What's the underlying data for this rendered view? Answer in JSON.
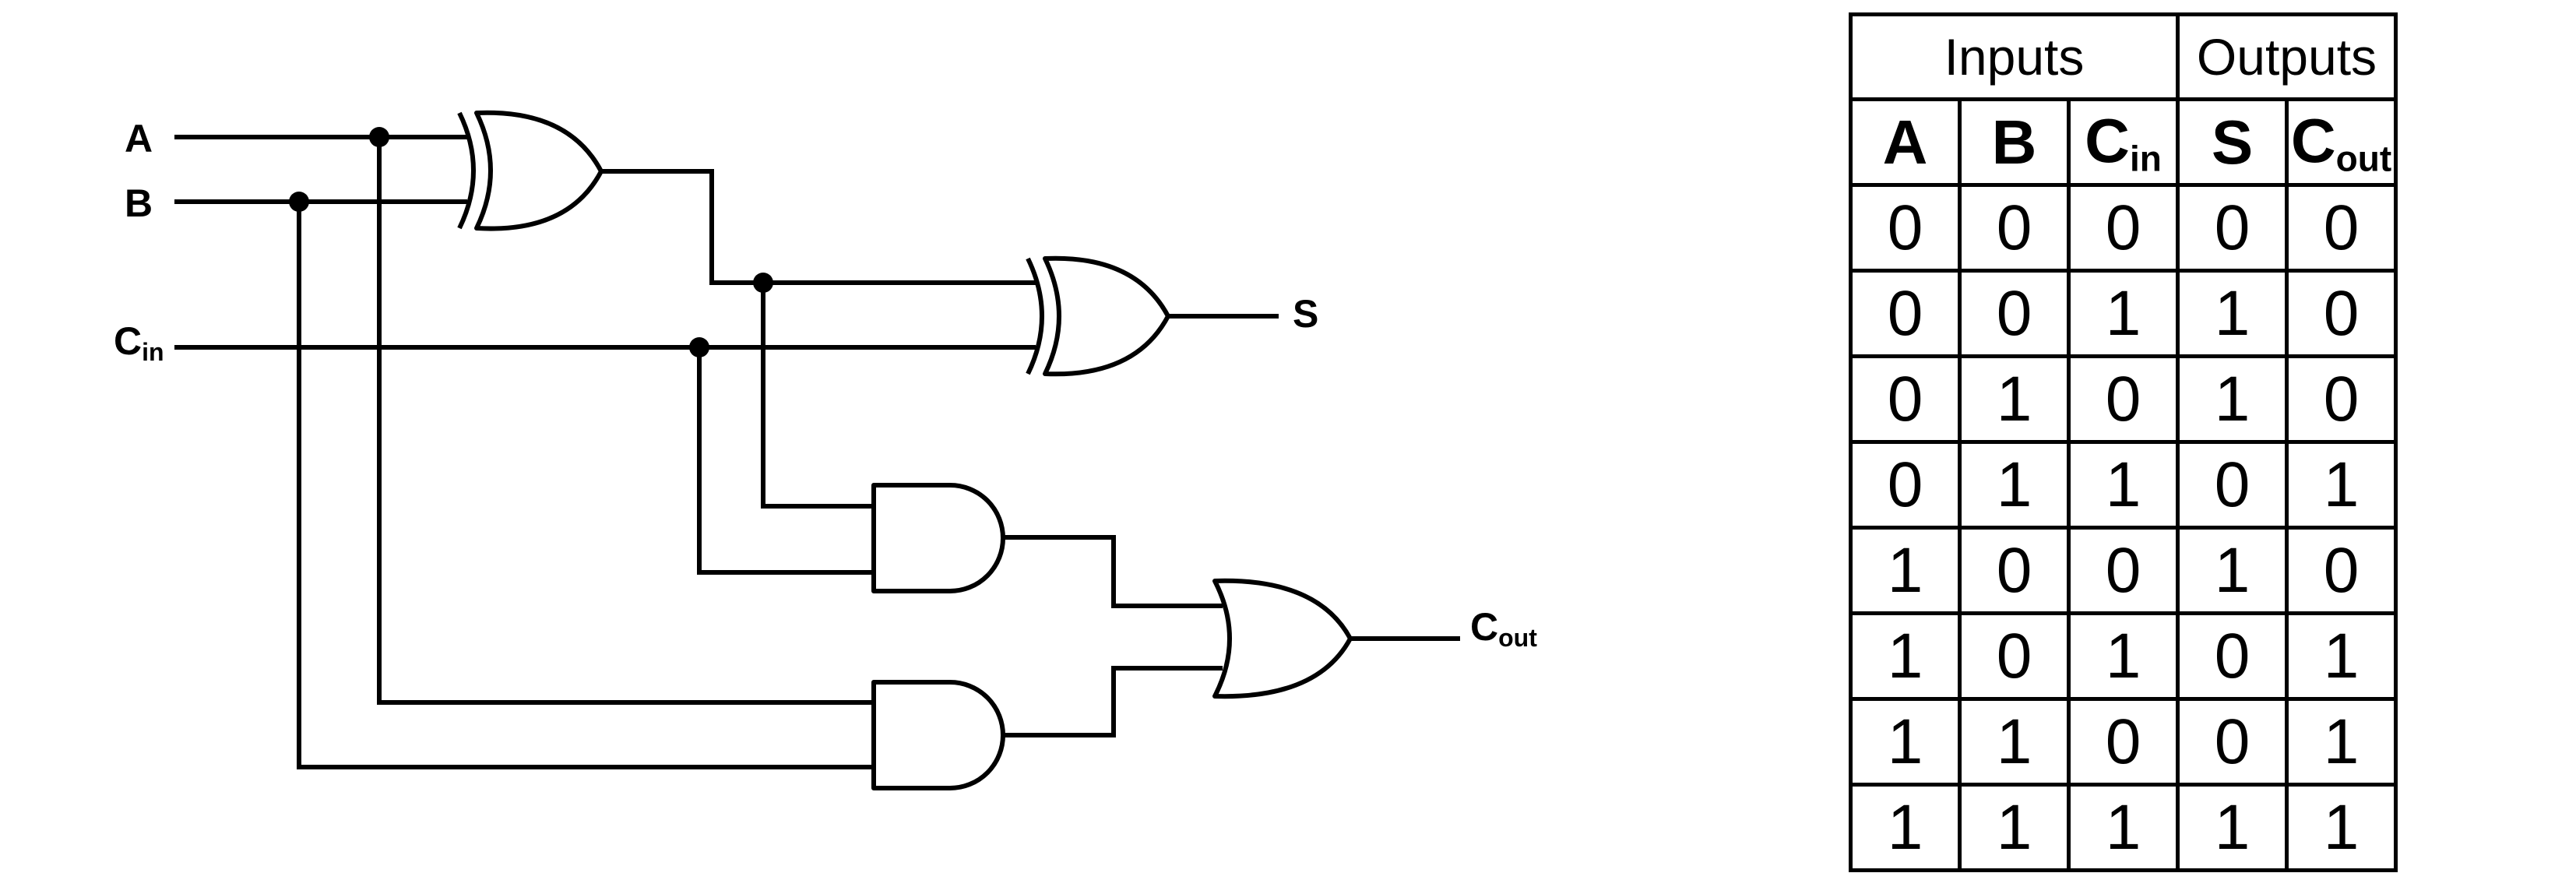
{
  "circuit": {
    "inputs": {
      "a": "A",
      "b": "B",
      "cin_main": "C",
      "cin_sub": "in"
    },
    "outputs": {
      "s": "S",
      "cout_main": "C",
      "cout_sub": "out"
    },
    "gates": [
      "xor",
      "xor",
      "and",
      "and",
      "or"
    ]
  },
  "truth_table": {
    "group_headers": [
      "Inputs",
      "Outputs"
    ],
    "columns": [
      {
        "main": "A",
        "sub": ""
      },
      {
        "main": "B",
        "sub": ""
      },
      {
        "main": "C",
        "sub": "in"
      },
      {
        "main": "S",
        "sub": ""
      },
      {
        "main": "C",
        "sub": "out"
      }
    ],
    "rows": [
      [
        "0",
        "0",
        "0",
        "0",
        "0"
      ],
      [
        "0",
        "0",
        "1",
        "1",
        "0"
      ],
      [
        "0",
        "1",
        "0",
        "1",
        "0"
      ],
      [
        "0",
        "1",
        "1",
        "0",
        "1"
      ],
      [
        "1",
        "0",
        "0",
        "1",
        "0"
      ],
      [
        "1",
        "0",
        "1",
        "0",
        "1"
      ],
      [
        "1",
        "1",
        "0",
        "0",
        "1"
      ],
      [
        "1",
        "1",
        "1",
        "1",
        "1"
      ]
    ]
  }
}
